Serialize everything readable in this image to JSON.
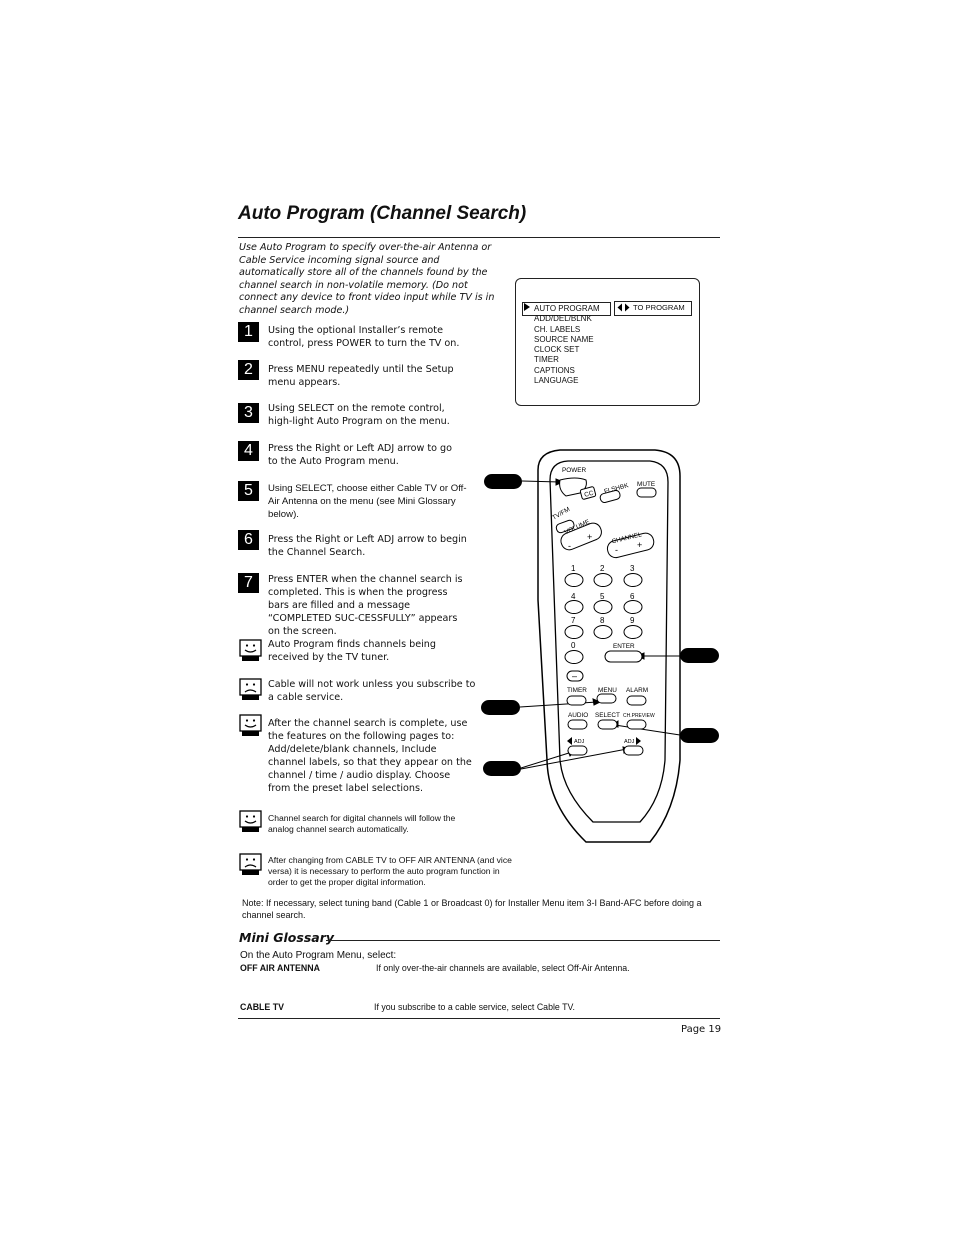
{
  "title": "Auto Program (Channel Search)",
  "intro": "Use Auto Program to specify over-the-air Antenna or Cable Service incoming signal source and automatically store all of the channels found by the channel search in non-volatile memory. (Do not connect any device to front video input while TV is in channel search mode.)",
  "steps": [
    {
      "num": "1",
      "text": "Using the optional Installer’s remote control, press POWER to turn the TV on."
    },
    {
      "num": "2",
      "text": "Press MENU repeatedly until the Setup menu appears."
    },
    {
      "num": "3",
      "text": "Using SELECT on the remote control, high-light Auto Program on the menu."
    },
    {
      "num": "4",
      "text": "Press the Right or Left ADJ arrow to go to the Auto Program menu."
    },
    {
      "num": "5",
      "text": "Using SELECT, choose either Cable TV or Off-Air Antenna on the menu (see Mini Glossary below)."
    },
    {
      "num": "6",
      "text": "Press the Right or Left ADJ arrow to begin the Channel Search."
    },
    {
      "num": "7",
      "text": "Press ENTER when the channel search is completed. This is when the progress bars are filled and a message “COMPLETED SUC-CESSFULLY” appears on the screen."
    }
  ],
  "tips": [
    {
      "icon": "happy-face-icon",
      "text": "Auto Program finds channels being received by the TV tuner."
    },
    {
      "icon": "sad-face-icon",
      "text": "Cable will not work unless you subscribe to a cable service."
    },
    {
      "icon": "happy-face-icon",
      "text": "After the channel search is complete, use the features on the following pages to: Add/delete/blank channels, Include channel labels, so that they appear on the channel / time / audio display. Choose from the preset label selections."
    },
    {
      "icon": "happy-face-icon",
      "text": "Channel search for digital channels will follow the analog channel search automatically."
    },
    {
      "icon": "sad-face-icon",
      "text": "After changing from CABLE TV to OFF AIR ANTENNA (and vice versa) it is necessary to perform the auto program function in order to get the proper digital information."
    }
  ],
  "menu": {
    "items": [
      "AUTO PROGRAM",
      "ADD/DEL/BLNK",
      "CH. LABELS",
      "SOURCE NAME",
      "CLOCK SET",
      "TIMER",
      "CAPTIONS",
      "LANGUAGE"
    ],
    "hint": "TO PROGRAM"
  },
  "remote": {
    "power": "POWER",
    "cc": "CC",
    "flshbk": "FLSHBK",
    "mute": "MUTE",
    "tvfm": "TV/FM",
    "volume": "VOLUME",
    "channel": "CHANNEL",
    "minus": "-",
    "plus": "+",
    "digits": [
      "1",
      "2",
      "3",
      "4",
      "5",
      "6",
      "7",
      "8",
      "9",
      "0"
    ],
    "enter": "ENTER",
    "dash": "–",
    "timer": "TIMER",
    "menu": "MENU",
    "alarm": "ALARM",
    "audio": "AUDIO",
    "select": "SELECT",
    "chpreview": "CH.PREVIEW",
    "adj": "ADJ"
  },
  "note": "Note:  If necessary, select tuning band (Cable 1 or Broadcast 0) for Installer Menu item 3-I Band-AFC before doing a channel search.",
  "glossary": {
    "title": "Mini Glossary",
    "lead": "On the Auto Program Menu, select:",
    "entries": [
      {
        "term": "OFF AIR ANTENNA",
        "definition": "If only over-the-air channels are available, select Off-Air Antenna."
      },
      {
        "term": "CABLE TV",
        "definition": "If you subscribe to a cable service, select Cable TV."
      }
    ]
  },
  "page": "Page  19"
}
